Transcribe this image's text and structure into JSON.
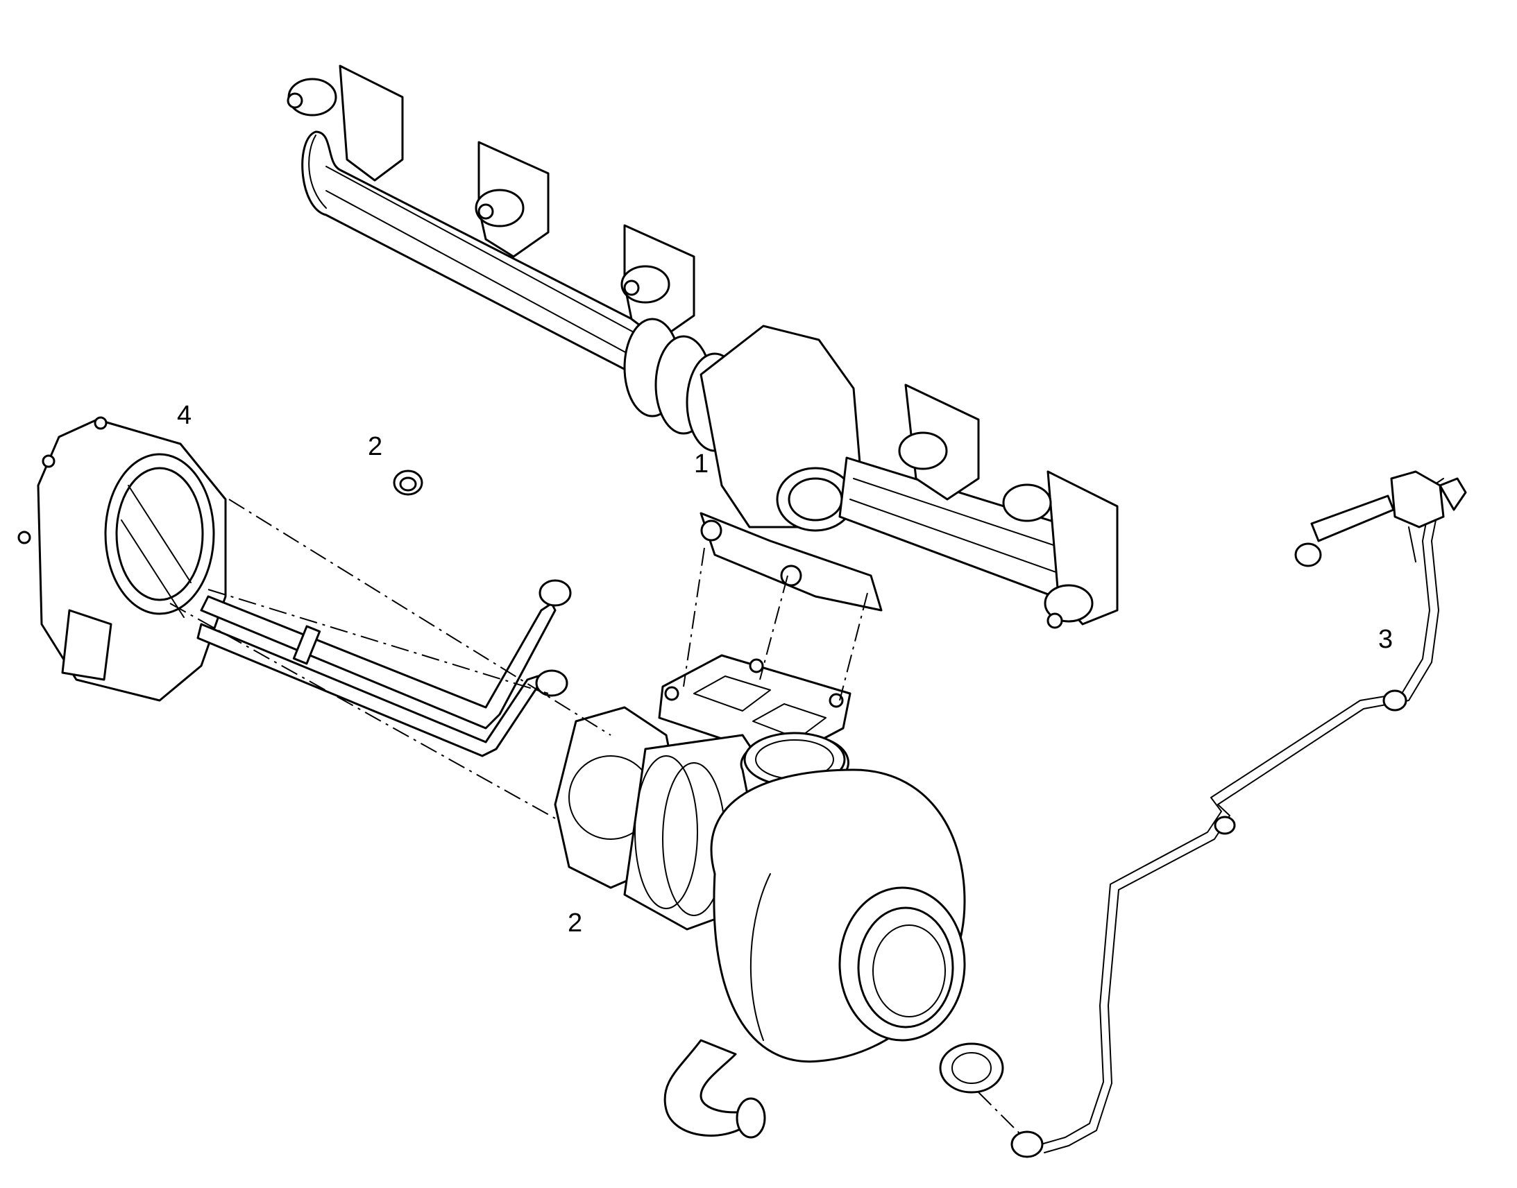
{
  "callouts": {
    "c1": "1",
    "c2a": "2",
    "c2b": "2",
    "c3": "3",
    "c4": "4"
  },
  "parts": [
    {
      "id": "exhaust-manifold",
      "callout": "1"
    },
    {
      "id": "turbocharger",
      "callout": "2"
    },
    {
      "id": "plug",
      "callout": "2"
    },
    {
      "id": "actuator-line",
      "callout": "3"
    },
    {
      "id": "exhaust-gas-recirculation-valve",
      "callout": "4"
    }
  ],
  "colors": {
    "line": "#000000",
    "background": "#ffffff"
  }
}
